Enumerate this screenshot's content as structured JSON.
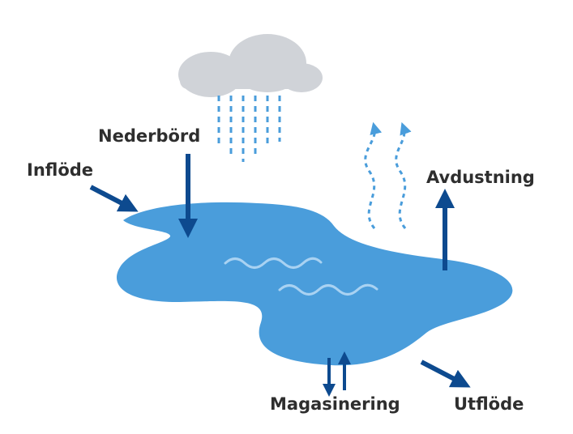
{
  "labels": {
    "precipitation": "Nederbörd",
    "inflow": "Inflöde",
    "evaporation": "Avdustning",
    "storage": "Magasinering",
    "outflow": "Utflöde"
  },
  "colors": {
    "lake": "#4a9ddb",
    "arrow_dark": "#0d4a8f",
    "rain": "#4a9ddb",
    "vapor": "#4a9ddb",
    "cloud": "#d0d3d8",
    "wave": "#a9d2f2",
    "label_text": "#2e2e2e"
  },
  "icons": {
    "cloud": "cloud-icon",
    "rain": "rain-icon",
    "evaporation": "evaporation-wavy-arrows-icon",
    "waves": "water-wave-icon"
  }
}
